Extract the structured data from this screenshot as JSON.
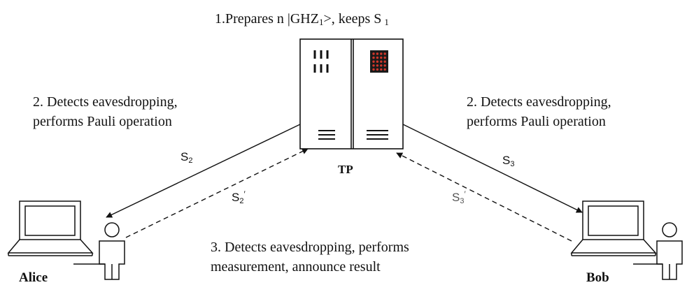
{
  "step1": {
    "prefix": "1.Prepares n ",
    "ket_open": "|GHZ",
    "ket_sub": "1",
    "ket_close": ">",
    "mid": ", keeps S",
    "keep_sub": "1"
  },
  "step2_left": {
    "line1": "2. Detects eavesdropping,",
    "line2": "performs Pauli operation"
  },
  "step2_right": {
    "line1": "2. Detects eavesdropping,",
    "line2": "performs Pauli operation"
  },
  "step3": {
    "line1": "3. Detects eavesdropping, performs",
    "line2": "measurement, announce result"
  },
  "tp_label": "TP",
  "alice_label": "Alice",
  "bob_label": "Bob",
  "s2": {
    "base": "S",
    "sub": "2"
  },
  "s3": {
    "base": "S",
    "sub": "3"
  },
  "s2p": {
    "base": "S",
    "sub": "2",
    "prime": "′"
  },
  "s3p": {
    "base": "S",
    "sub": "3",
    "prime": "′"
  },
  "colors": {
    "stroke": "#111111",
    "indicator_bg": "#1a1a1a",
    "indicator_dot": "#d0372b"
  }
}
